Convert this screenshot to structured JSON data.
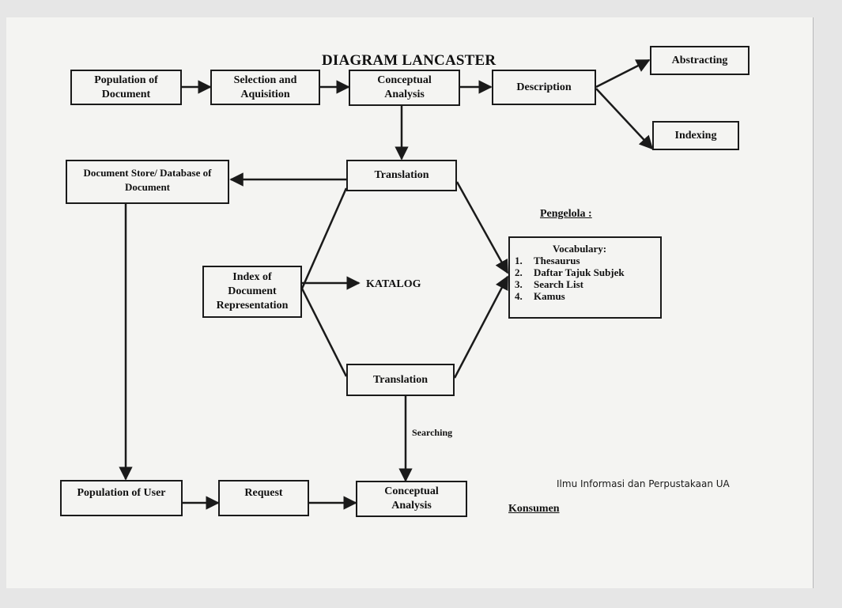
{
  "diagram": {
    "title": "DIAGRAM LANCASTER",
    "nodes": {
      "population_of_document": "Population of\nDocument",
      "selection_and_aquisition": "Selection and\nAquisition",
      "conceptual_analysis_top": "Conceptual\nAnalysis",
      "description": "Description",
      "abstracting": "Abstracting",
      "indexing": "Indexing",
      "document_store": "Document Store/ Database of\nDocument",
      "translation_top": "Translation",
      "index_of_document_representation": "Index of\nDocument\nRepresentation",
      "translation_bottom": "Translation",
      "population_of_user": "Population of User",
      "request": "Request",
      "conceptual_analysis_bottom": "Conceptual\nAnalysis"
    },
    "labels": {
      "katalog": "KATALOG",
      "searching": "Searching",
      "pengelola": "Pengelola :",
      "konsumen": "Konsumen",
      "credit": "Ilmu Informasi dan Perpustakaan UA"
    },
    "vocabulary": {
      "title": "Vocabulary:",
      "items": [
        {
          "num": "1.",
          "label": "Thesaurus"
        },
        {
          "num": "2.",
          "label": "Daftar Tajuk Subjek"
        },
        {
          "num": "3.",
          "label": "Search List"
        },
        {
          "num": "4.",
          "label": "Kamus"
        }
      ]
    },
    "colors": {
      "line": "#1a1a1a",
      "paper": "#f4f4f2",
      "background": "#e6e6e6"
    }
  }
}
